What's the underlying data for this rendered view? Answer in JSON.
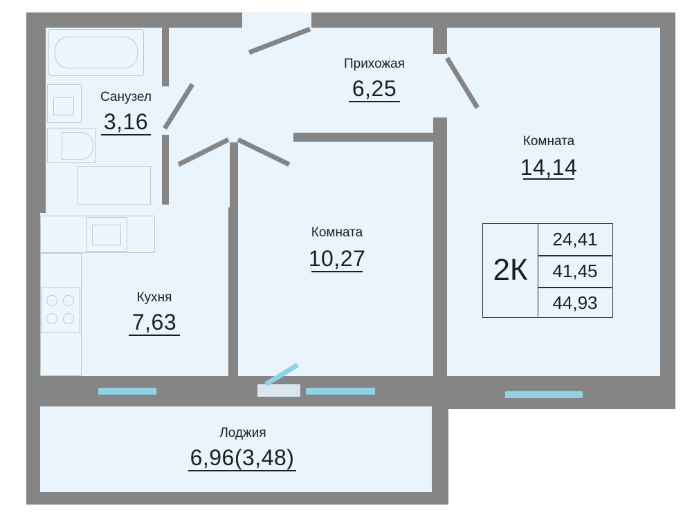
{
  "rooms": {
    "bathroom": {
      "name": "Санузел",
      "area": "3,16"
    },
    "hallway": {
      "name": "Прихожая",
      "area": "6,25"
    },
    "room_large": {
      "name": "Комната",
      "area": "14,14"
    },
    "room_middle": {
      "name": "Комната",
      "area": "10,27"
    },
    "kitchen": {
      "name": "Кухня",
      "area": "7,63"
    },
    "loggia": {
      "name": "Лоджия",
      "area": "6,96(3,48)"
    }
  },
  "summary": {
    "type": "2К",
    "values": [
      "24,41",
      "41,45",
      "44,93"
    ]
  },
  "colors": {
    "wall": "#858585",
    "floor": "#e9f4fc",
    "window": "#8fd2e6"
  },
  "icons": [
    "bathtub-icon",
    "washbasin-icon",
    "toilet-icon",
    "radiator-icon",
    "sink-icon",
    "stove-icon"
  ]
}
